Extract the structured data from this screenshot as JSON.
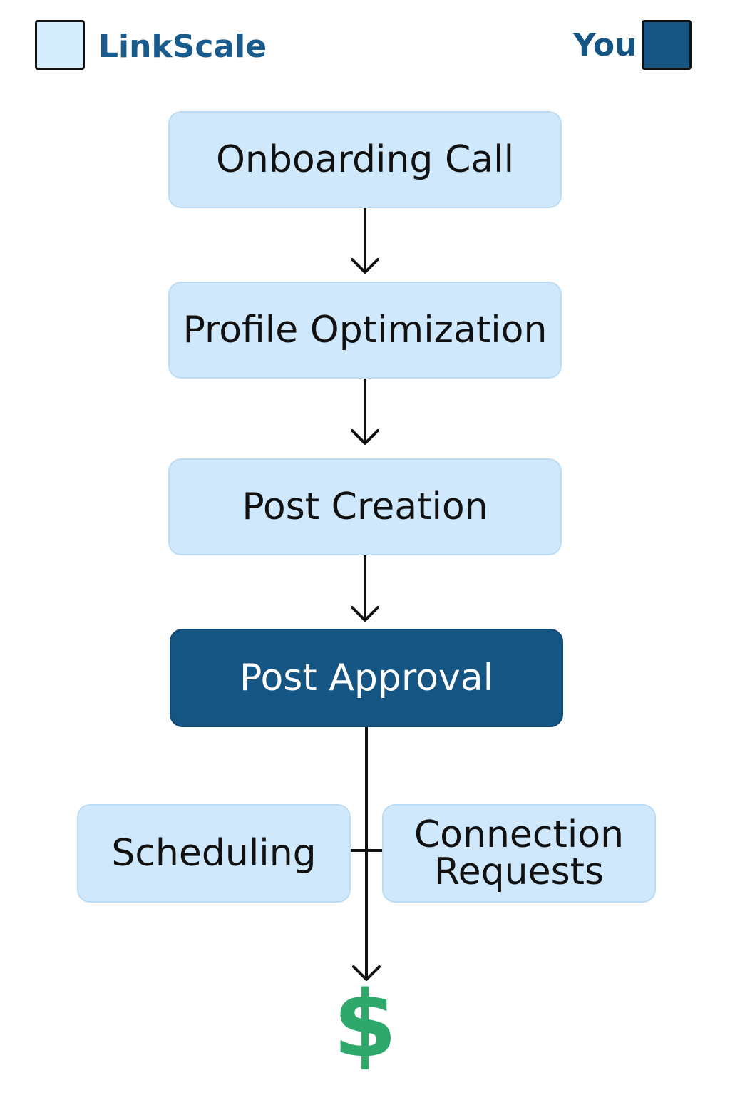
{
  "legend": {
    "left": {
      "label": "LinkScale",
      "swatch_color": "#d5ecfd",
      "text_color": "#1a5b8e"
    },
    "right": {
      "label": "You",
      "swatch_color": "#155584",
      "text_color": "#155584"
    }
  },
  "flow": {
    "steps": [
      {
        "label": "Onboarding Call",
        "owner": "LinkScale"
      },
      {
        "label": "Profile Optimization",
        "owner": "LinkScale"
      },
      {
        "label": "Post Creation",
        "owner": "LinkScale"
      },
      {
        "label": "Post Approval",
        "owner": "You"
      }
    ],
    "branches": [
      {
        "label": "Scheduling",
        "owner": "LinkScale"
      },
      {
        "label_line1": "Connection",
        "label_line2": "Requests",
        "owner": "LinkScale"
      }
    ],
    "outcome": {
      "symbol": "$",
      "color": "#2ea86b"
    }
  },
  "colors": {
    "light_node": "#cfe8fb",
    "dark_node": "#155584",
    "connector": "#111111"
  }
}
